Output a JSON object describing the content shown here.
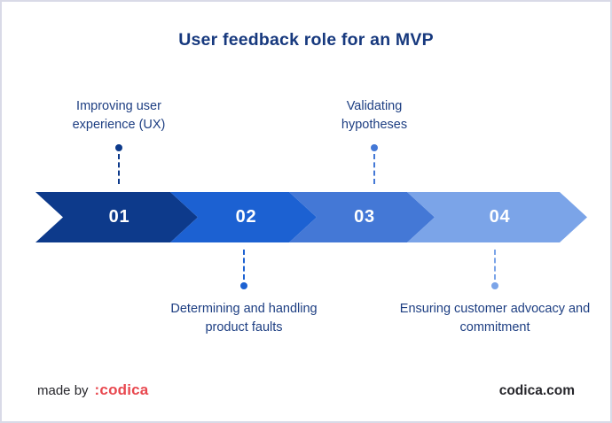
{
  "title": "User feedback role for an MVP",
  "steps": [
    {
      "number": "01",
      "label": "Improving user experience (UX)",
      "label_position": "top",
      "color": "#0d3a8b"
    },
    {
      "number": "02",
      "label": "Determining and handling product faults",
      "label_position": "bottom",
      "color": "#1c61d2"
    },
    {
      "number": "03",
      "label": "Validating hypotheses",
      "label_position": "top",
      "color": "#4478d6"
    },
    {
      "number": "04",
      "label": "Ensuring customer advocacy and commitment",
      "label_position": "bottom",
      "color": "#7ba4e8"
    }
  ],
  "footer": {
    "made_by_label": "made by",
    "brand": ":codica",
    "brand_color": "#e8484f",
    "website": "codica.com"
  },
  "colors": {
    "title_text": "#17397e",
    "label_text": "#1d3e82",
    "background": "#ffffff",
    "border": "#d9dae7"
  }
}
